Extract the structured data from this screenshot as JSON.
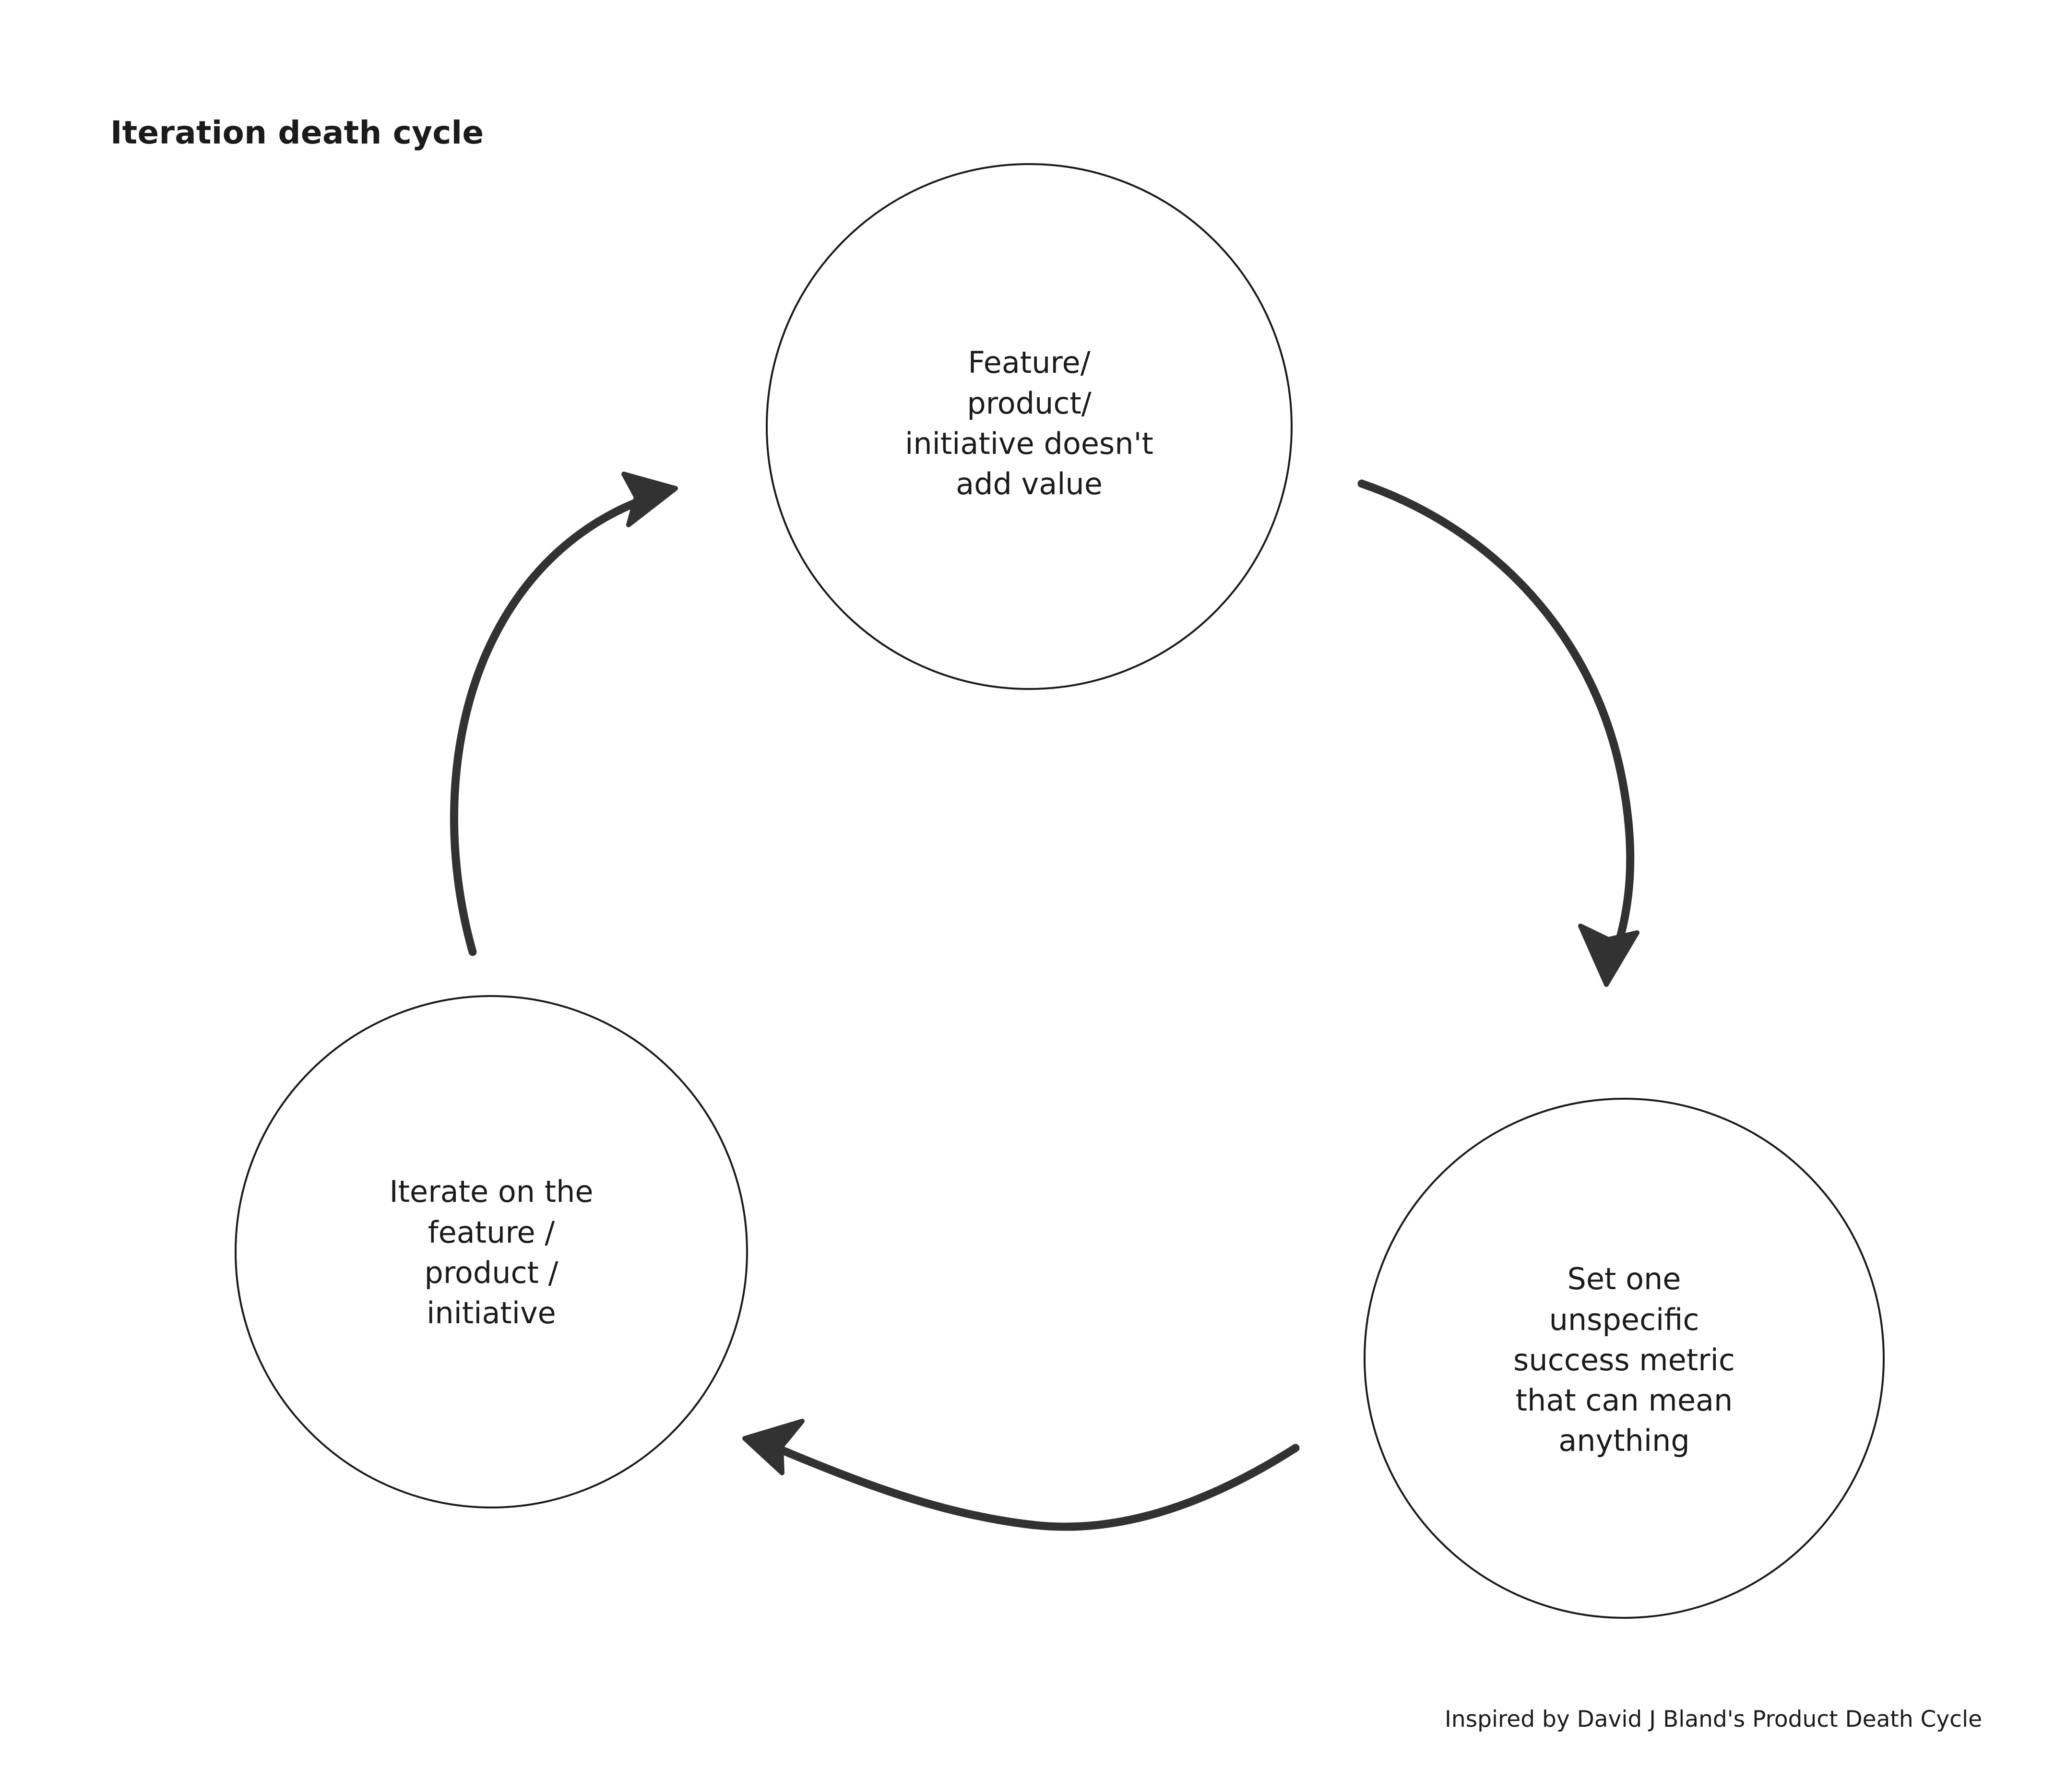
{
  "title": "Iteration death cycle",
  "attribution": "Inspired by David J Bland's Product Death Cycle",
  "colors": {
    "background": "#ffffff",
    "text": "#1b1b1b",
    "node_stroke": "#1a1a1a",
    "arrow_stroke": "#323232"
  },
  "nodes": [
    {
      "id": "feature-no-value",
      "label": "Feature/\nproduct/\ninitiative doesn't\nadd value",
      "lines": [
        "Feature/",
        "product/",
        "initiative doesn't",
        "add value"
      ],
      "position": "top"
    },
    {
      "id": "unspecific-metric",
      "label": "Set one\nunspecific\nsuccess metric\nthat can mean\nanything",
      "lines": [
        "Set one",
        "unspecific",
        "success metric",
        "that can mean",
        "anything"
      ],
      "position": "bottom-right"
    },
    {
      "id": "iterate",
      "label": "Iterate on the\nfeature /\nproduct /\ninitiative",
      "lines": [
        "Iterate on the",
        "feature /",
        "product /",
        "initiative"
      ],
      "position": "bottom-left"
    }
  ],
  "arrows": [
    {
      "id": "top-to-right",
      "from": "feature-no-value",
      "to": "unspecific-metric",
      "direction": "clockwise"
    },
    {
      "id": "right-to-left",
      "from": "unspecific-metric",
      "to": "iterate",
      "direction": "clockwise"
    },
    {
      "id": "left-to-top",
      "from": "iterate",
      "to": "feature-no-value",
      "direction": "clockwise"
    }
  ]
}
